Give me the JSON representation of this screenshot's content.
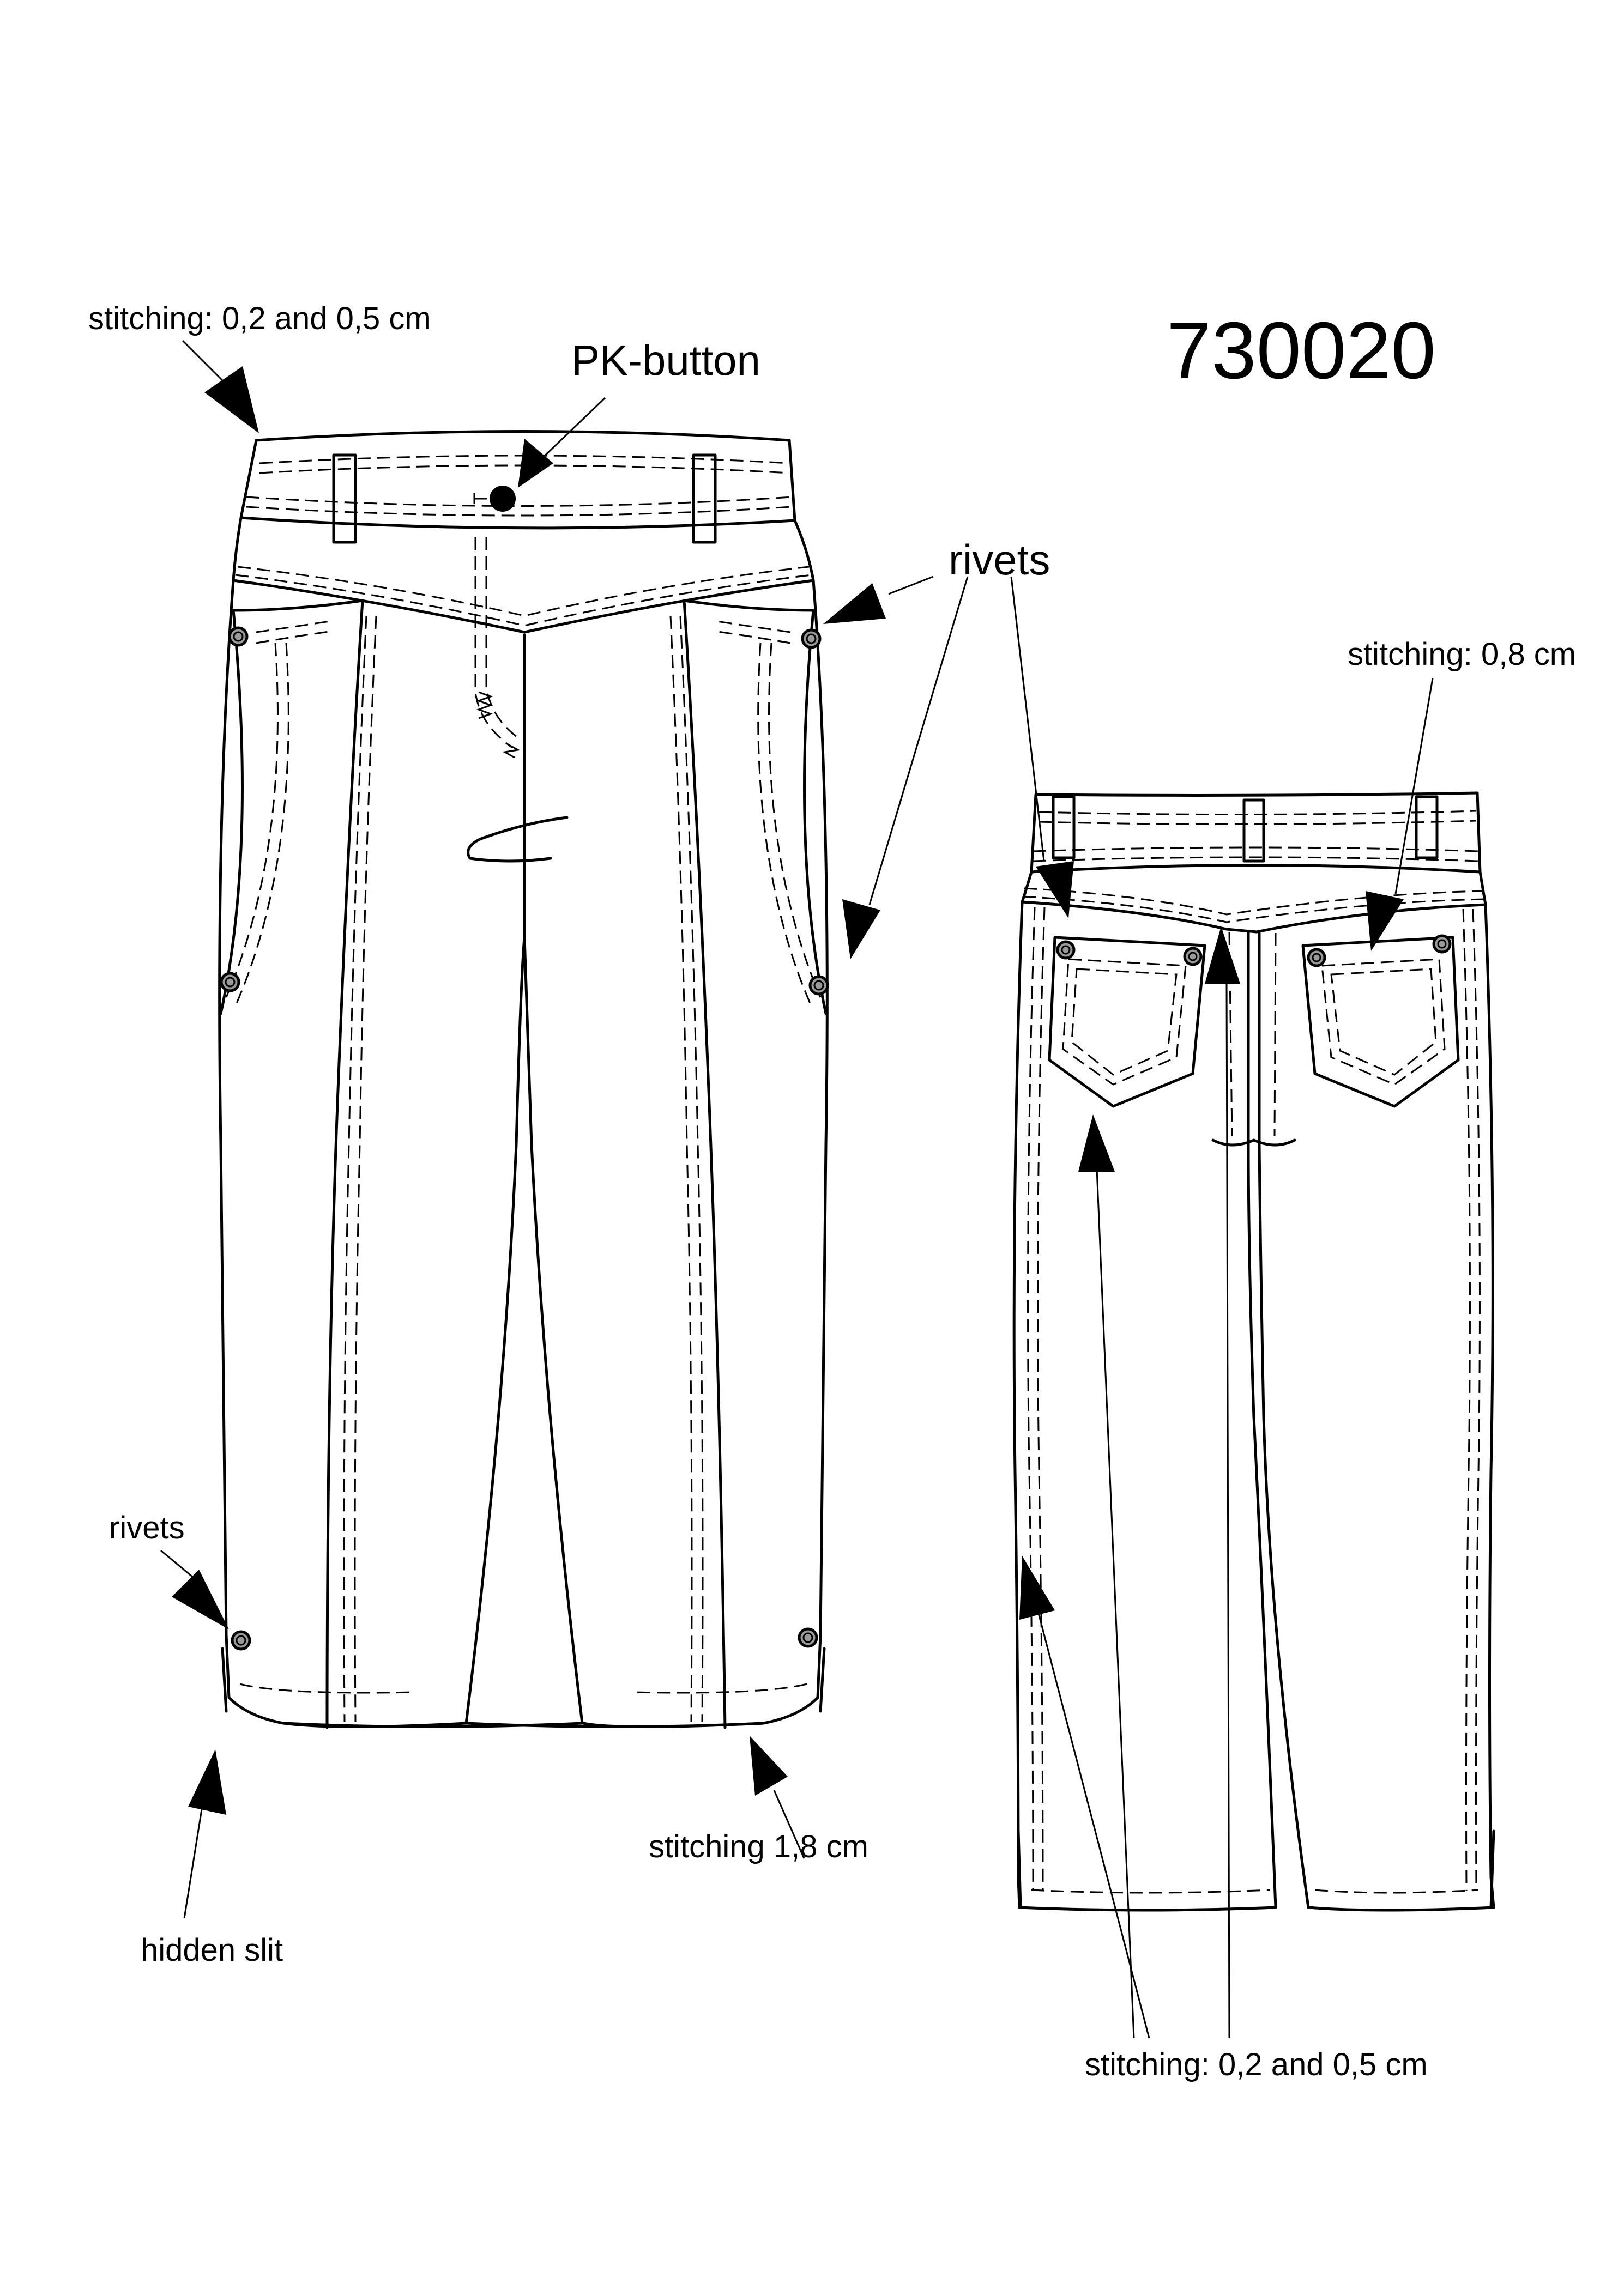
{
  "style_number": "730020",
  "labels": {
    "stitching_top_left": "stitching: 0,2 and 0,5 cm",
    "pk_button": "PK-button",
    "rivets_front": "rivets",
    "stitching_back_pocket": "stitching: 0,8 cm",
    "rivets_hem": "rivets",
    "hidden_slit": "hidden slit",
    "stitching_hem": "stitching 1,8 cm",
    "stitching_back": "stitching: 0,2 and 0,5 cm"
  },
  "colors": {
    "line": "#000000",
    "paper": "#ffffff",
    "rivet_fill": "#9a9a9a"
  }
}
